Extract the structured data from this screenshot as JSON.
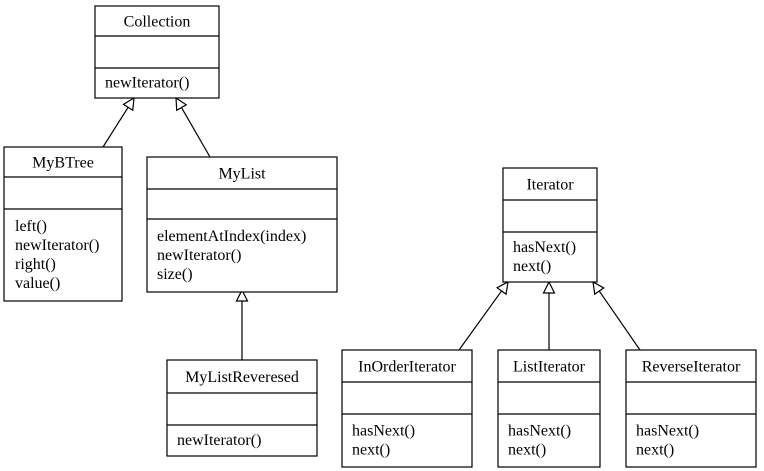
{
  "classes": {
    "collection": {
      "name": "Collection",
      "methods": [
        "newIterator()"
      ]
    },
    "mybtree": {
      "name": "MyBTree",
      "methods": [
        "left()",
        "newIterator()",
        "right()",
        "value()"
      ]
    },
    "mylist": {
      "name": "MyList",
      "methods": [
        "elementAtIndex(index)",
        "newIterator()",
        "size()"
      ]
    },
    "mylistreversed": {
      "name": "MyListReveresed",
      "methods": [
        "newIterator()"
      ]
    },
    "iterator": {
      "name": "Iterator",
      "methods": [
        "hasNext()",
        "next()"
      ]
    },
    "inorderiterator": {
      "name": "InOrderIterator",
      "methods": [
        "hasNext()",
        "next()"
      ]
    },
    "listiterator": {
      "name": "ListIterator",
      "methods": [
        "hasNext()",
        "next()"
      ]
    },
    "reverseiterator": {
      "name": "ReverseIterator",
      "methods": [
        "hasNext()",
        "next()"
      ]
    }
  },
  "relations": [
    {
      "child": "mybtree",
      "parent": "collection",
      "type": "generalization"
    },
    {
      "child": "mylist",
      "parent": "collection",
      "type": "generalization"
    },
    {
      "child": "mylistreversed",
      "parent": "mylist",
      "type": "generalization"
    },
    {
      "child": "inorderiterator",
      "parent": "iterator",
      "type": "generalization"
    },
    {
      "child": "listiterator",
      "parent": "iterator",
      "type": "generalization"
    },
    {
      "child": "reverseiterator",
      "parent": "iterator",
      "type": "generalization"
    }
  ]
}
